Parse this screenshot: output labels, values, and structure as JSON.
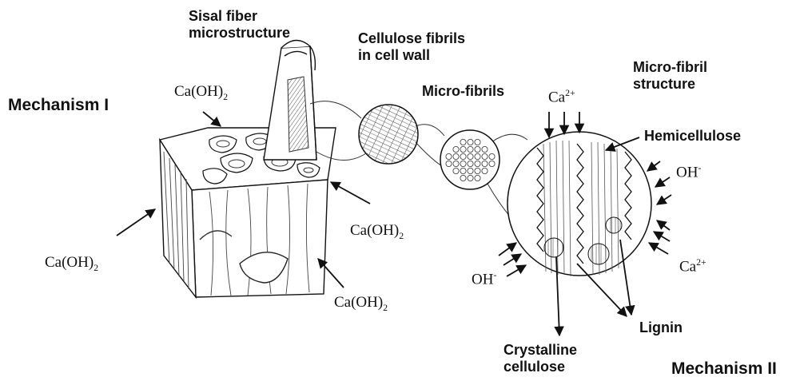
{
  "labels": {
    "sisal_fiber": "Sisal fiber\nmicrostructure",
    "cellulose_fibrils": "Cellulose fibrils\nin cell wall",
    "micro_fibrils": "Micro-fibrils",
    "micro_fibril_structure": "Micro-fibril\nstructure",
    "mechanism_1": "Mechanism I",
    "mechanism_2": "Mechanism II",
    "hemicellulose": "Hemicellulose",
    "lignin": "Lignin",
    "crystalline_cellulose": "Crystalline\ncellulose"
  },
  "chem": {
    "caoh2_main": "Ca(OH)",
    "caoh2_sub": "2",
    "ca_main": "Ca",
    "ca_sup": "2+",
    "oh_main": "OH",
    "oh_sup": "-"
  },
  "colors": {
    "ink": "#111111",
    "paper": "#ffffff",
    "hatch": "#555555"
  }
}
